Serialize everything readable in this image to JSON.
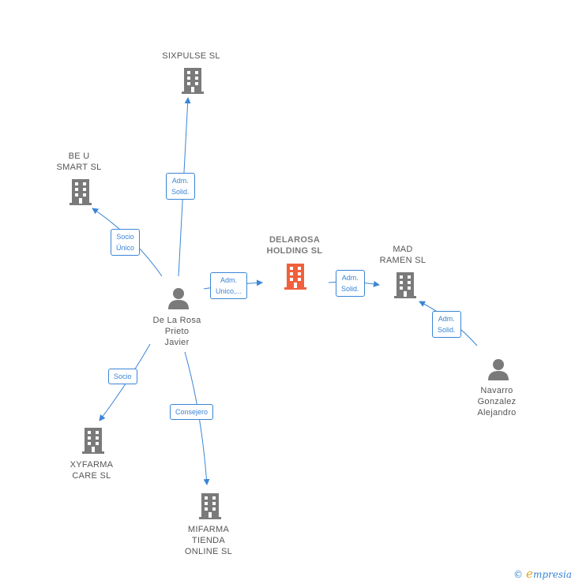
{
  "colors": {
    "edge": "#3a85d6",
    "building": "#7a7a7a",
    "building_main": "#f0603c",
    "person": "#7a7a7a"
  },
  "nodes": {
    "sixpulse": {
      "label": "SIXPULSE  SL",
      "icon": "building-icon"
    },
    "beu": {
      "label": "BE U\nSMART  SL",
      "icon": "building-icon"
    },
    "delarosa": {
      "label": "DELAROSA\nHOLDING  SL",
      "icon": "building-icon"
    },
    "madramen": {
      "label": "MAD\nRAMEN  SL",
      "icon": "building-icon"
    },
    "person_main": {
      "label": "De La Rosa\nPrieto\nJavier",
      "icon": "person-icon"
    },
    "navarro": {
      "label": "Navarro\nGonzalez\nAlejandro",
      "icon": "person-icon"
    },
    "xyfarma": {
      "label": "XYFARMA\nCARE  SL",
      "icon": "building-icon"
    },
    "mifarma": {
      "label": "MIFARMA\nTIENDA\nONLINE SL",
      "icon": "building-icon"
    }
  },
  "edges": {
    "adm_solid_sixpulse": "Adm.\nSolid.",
    "socio_unico_beu": "Socio\nÚnico",
    "adm_unico_delarosa": "Adm.\nUnico,...",
    "adm_solid_madramen": "Adm.\nSolid.",
    "adm_solid_navarro": "Adm.\nSolid.",
    "socio_xyfarma": "Socio",
    "consejero_mifarma": "Consejero"
  },
  "footer": {
    "copyright": "©",
    "brand_e": "e",
    "brand_rest": "mpresia"
  }
}
